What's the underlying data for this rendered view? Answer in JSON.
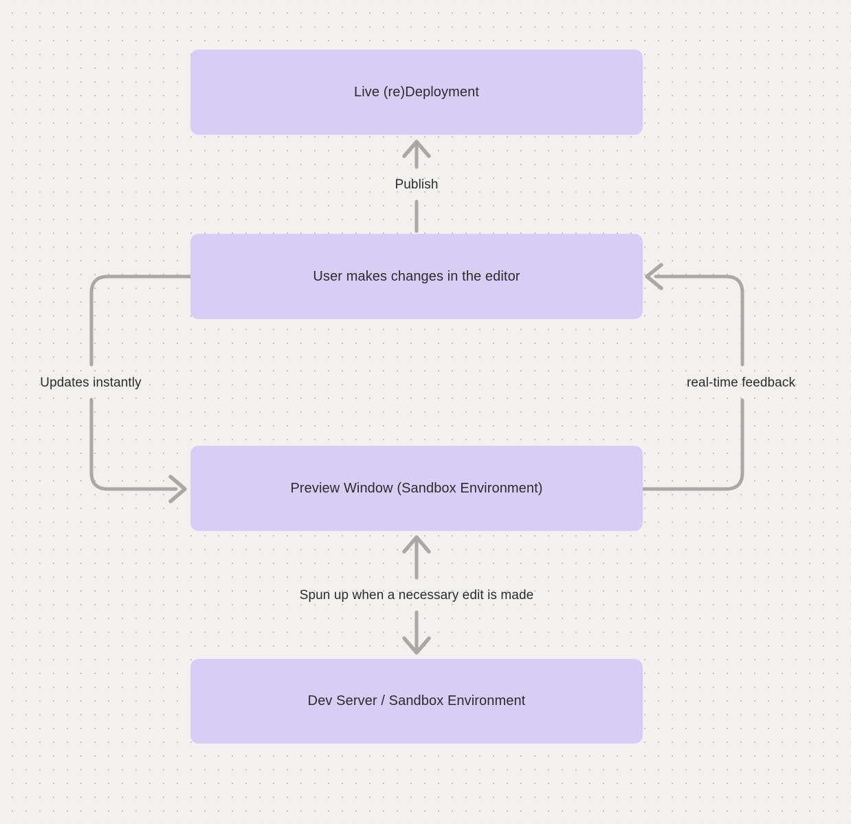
{
  "diagram": {
    "type": "flowchart",
    "background_style": "dotted-grid",
    "colors": {
      "background": "#f2f1f0",
      "dot": "#c6c5c4",
      "node_fill": "#d8cdf5",
      "arrow": "#a9a8a7",
      "text": "#2b2b2b"
    },
    "nodes": [
      {
        "id": "live-deployment",
        "label": "Live (re)Deployment"
      },
      {
        "id": "user-editor",
        "label": "User makes changes in the editor"
      },
      {
        "id": "preview-window",
        "label": "Preview Window (Sandbox Environment)"
      },
      {
        "id": "dev-server",
        "label": "Dev Server / Sandbox Environment"
      }
    ],
    "edges": [
      {
        "label": "Publish",
        "from": "user-editor",
        "to": "live-deployment",
        "direction": "up",
        "bidirectional": false
      },
      {
        "label": "Updates instantly",
        "from": "user-editor",
        "to": "preview-window",
        "direction": "left-loop-down",
        "bidirectional": false
      },
      {
        "label": "real-time feedback",
        "from": "preview-window",
        "to": "user-editor",
        "direction": "right-loop-up",
        "bidirectional": false
      },
      {
        "label": "Spun up when a necessary edit is made",
        "from": "preview-window",
        "to": "dev-server",
        "direction": "vertical",
        "bidirectional": true
      }
    ]
  }
}
